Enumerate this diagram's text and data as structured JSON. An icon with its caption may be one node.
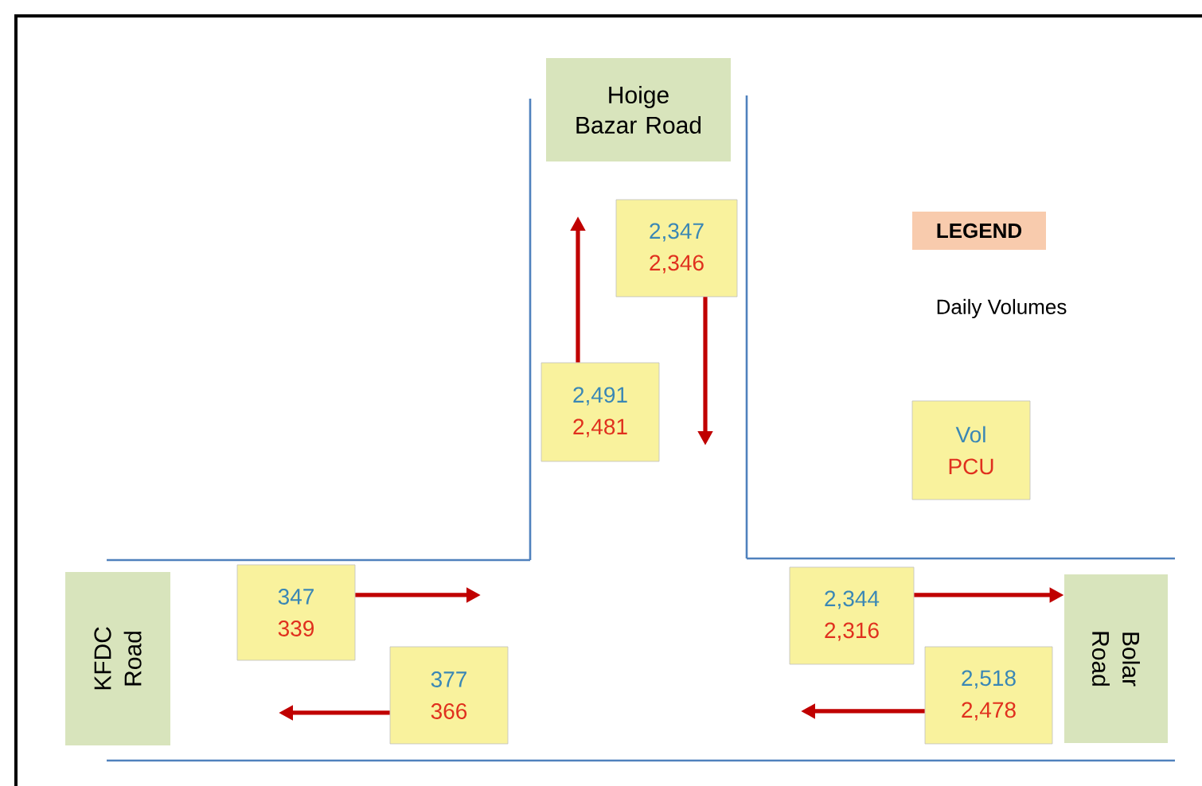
{
  "diagram": {
    "nodes": [
      {
        "text": [
          "Hoige Bazar Road"
        ]
      },
      {
        "text": [
          "KFDC Road"
        ]
      },
      {
        "text": [
          "Bolar Road"
        ]
      },
      {
        "text": [
          "2,347",
          "2,346"
        ]
      },
      {
        "text": [
          "2,491",
          "2,481"
        ]
      },
      {
        "text": [
          "347",
          "339"
        ]
      },
      {
        "text": [
          "377",
          "366"
        ]
      },
      {
        "text": [
          "2,344",
          "2,316"
        ]
      },
      {
        "text": [
          "2,518",
          "2,478"
        ]
      },
      {
        "text": [
          "LEGEND"
        ]
      },
      {
        "text": [
          "Vol",
          "PCU"
        ]
      }
    ],
    "edges": [
      {
        "from": 4,
        "to": null,
        "arrow": "to"
      },
      {
        "from": 3,
        "to": null,
        "arrow": "to"
      },
      {
        "from": 5,
        "to": null,
        "arrow": "to"
      },
      {
        "from": 6,
        "to": null,
        "arrow": "to"
      },
      {
        "from": 7,
        "to": 2,
        "arrow": "to"
      },
      {
        "from": 8,
        "to": null,
        "arrow": "to"
      }
    ],
    "labels": [
      "Daily Volumes"
    ]
  }
}
